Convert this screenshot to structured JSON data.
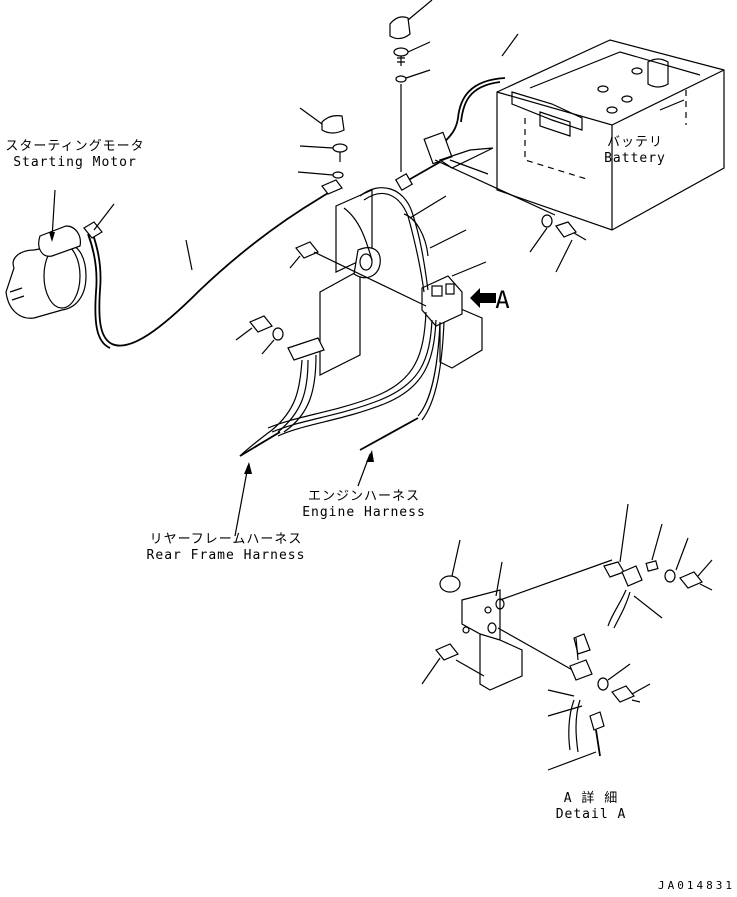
{
  "labels": {
    "starting_motor_jp": "スターティングモータ",
    "starting_motor_en": "Starting Motor",
    "battery_jp": "バッテリ",
    "battery_en": "Battery",
    "engine_harness_jp": "エンジンハーネス",
    "engine_harness_en": "Engine Harness",
    "rear_frame_harness_jp": "リヤーフレームハーネス",
    "rear_frame_harness_en": "Rear Frame Harness",
    "detail_marker": "A",
    "detail_jp": "A 詳 細",
    "detail_en": "Detail A"
  },
  "drawing_code": "JA014831"
}
